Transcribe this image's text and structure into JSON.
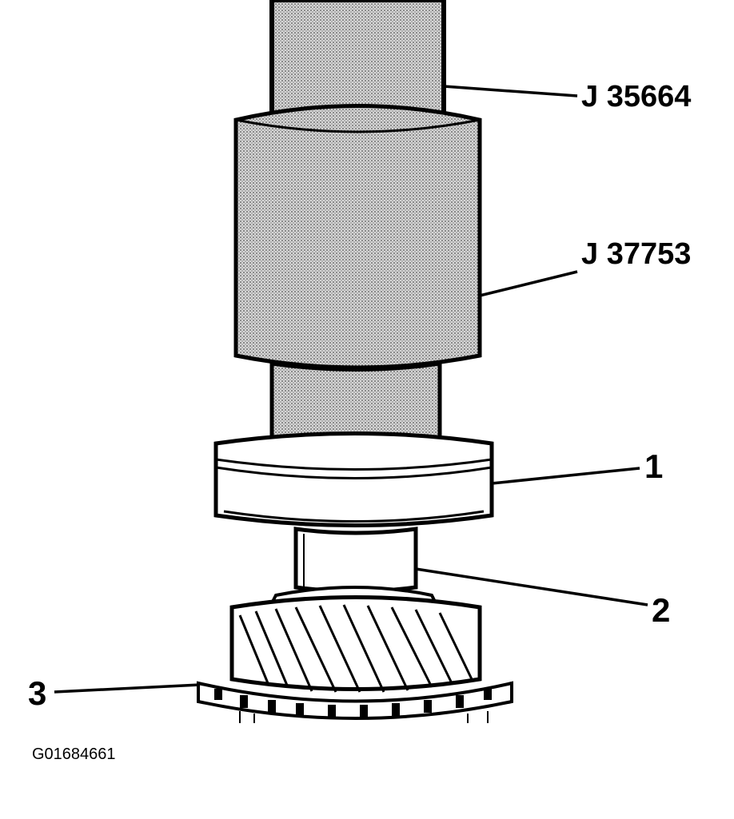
{
  "labels": {
    "tool_puller": "J 35664",
    "tool_installer": "J 37753",
    "part_1": "1",
    "part_2": "2",
    "part_3": "3"
  },
  "figure_id": "G01684661",
  "colors": {
    "ink": "#000000",
    "tool_fill": "#c9c9c9",
    "part_fill": "#ffffff",
    "background": "#ffffff"
  }
}
